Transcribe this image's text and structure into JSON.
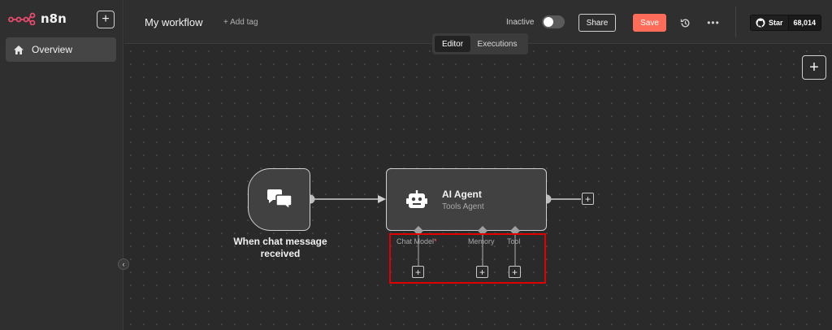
{
  "sidebar": {
    "brand": "n8n",
    "add_label": "+",
    "items": [
      {
        "label": "Overview",
        "icon": "home-icon"
      }
    ],
    "collapse_label": "‹"
  },
  "header": {
    "workflow_name": "My workflow",
    "add_tag": "+ Add tag",
    "status_label": "Inactive",
    "share_label": "Share",
    "save_label": "Save",
    "github": {
      "star_label": "Star",
      "star_count": "68,014"
    }
  },
  "tabs": [
    {
      "label": "Editor",
      "active": true
    },
    {
      "label": "Executions",
      "active": false
    }
  ],
  "canvas": {
    "add_label": "+",
    "trigger_node": {
      "label": "When chat message received",
      "icon": "chat-bubbles-icon"
    },
    "agent_node": {
      "title": "AI Agent",
      "subtitle": "Tools Agent",
      "icon": "robot-icon",
      "sub_inputs": [
        {
          "label": "Chat Model",
          "required_mark": "*"
        },
        {
          "label": "Memory"
        },
        {
          "label": "Tool"
        }
      ]
    }
  },
  "colors": {
    "accent": "#ff6d5a",
    "highlight": "#e00000",
    "brand": "#ea4b71"
  }
}
